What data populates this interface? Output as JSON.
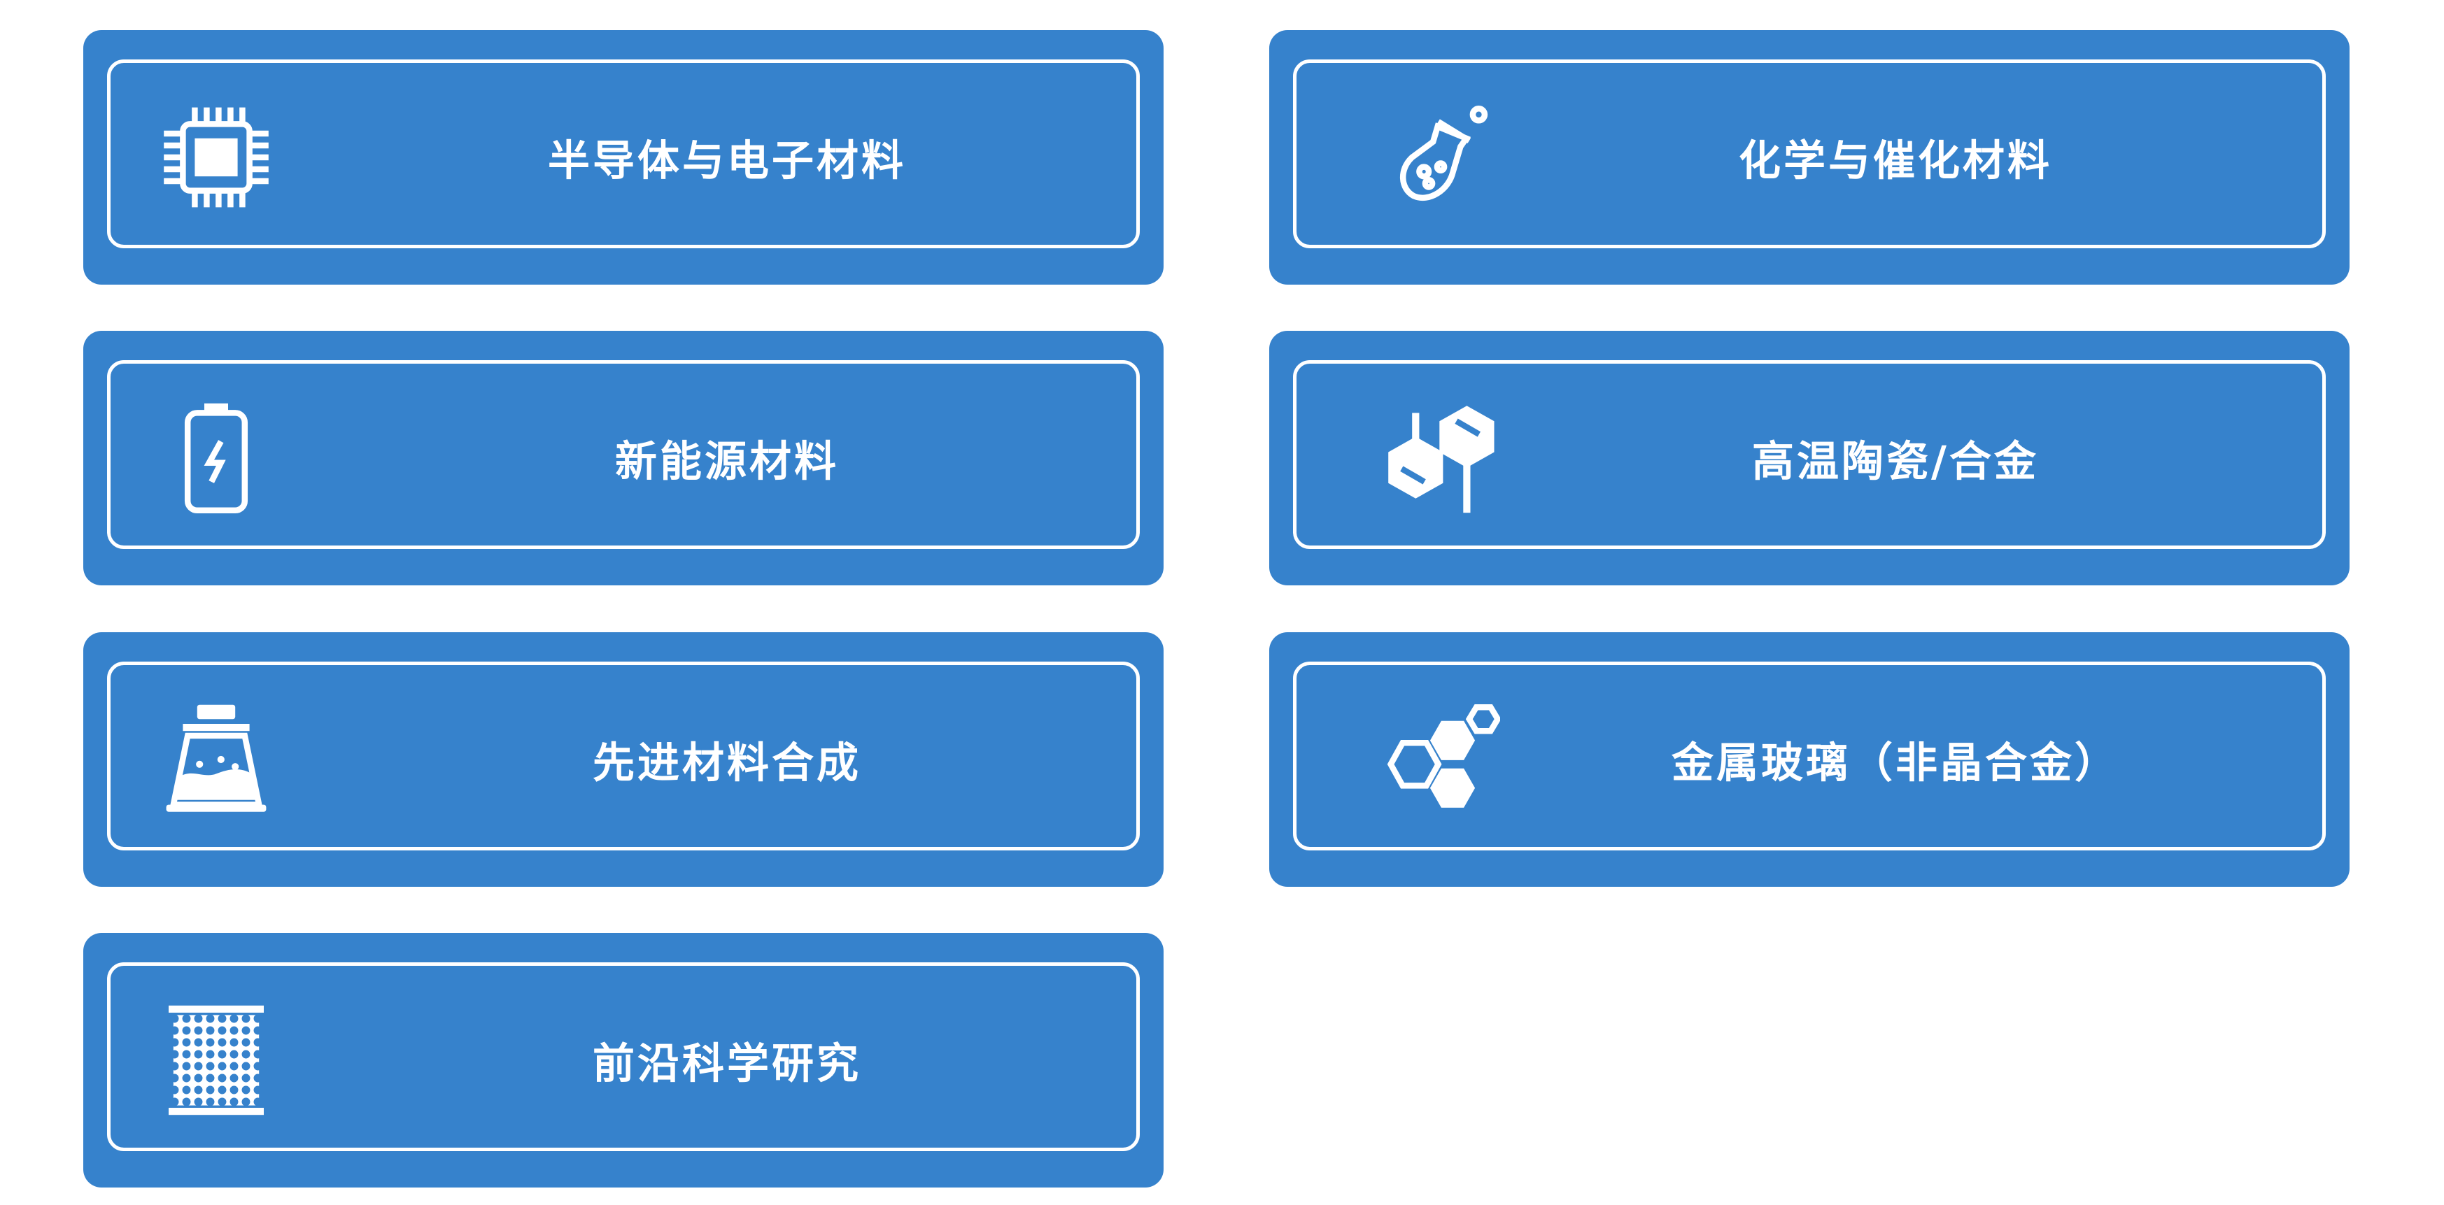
{
  "categories": [
    {
      "label": "半导体与电子材料",
      "icon": "chip-icon"
    },
    {
      "label": "化学与催化材料",
      "icon": "flask-icon"
    },
    {
      "label": "新能源材料",
      "icon": "battery-icon"
    },
    {
      "label": "高温陶瓷/合金",
      "icon": "molecule-icon"
    },
    {
      "label": "先进材料合成",
      "icon": "beaker-icon"
    },
    {
      "label": "金属玻璃（非晶合金）",
      "icon": "hexagons-icon"
    },
    {
      "label": "前沿科学研究",
      "icon": "mesh-icon"
    }
  ],
  "colors": {
    "card": "#3682cc",
    "border": "#ffffff"
  }
}
